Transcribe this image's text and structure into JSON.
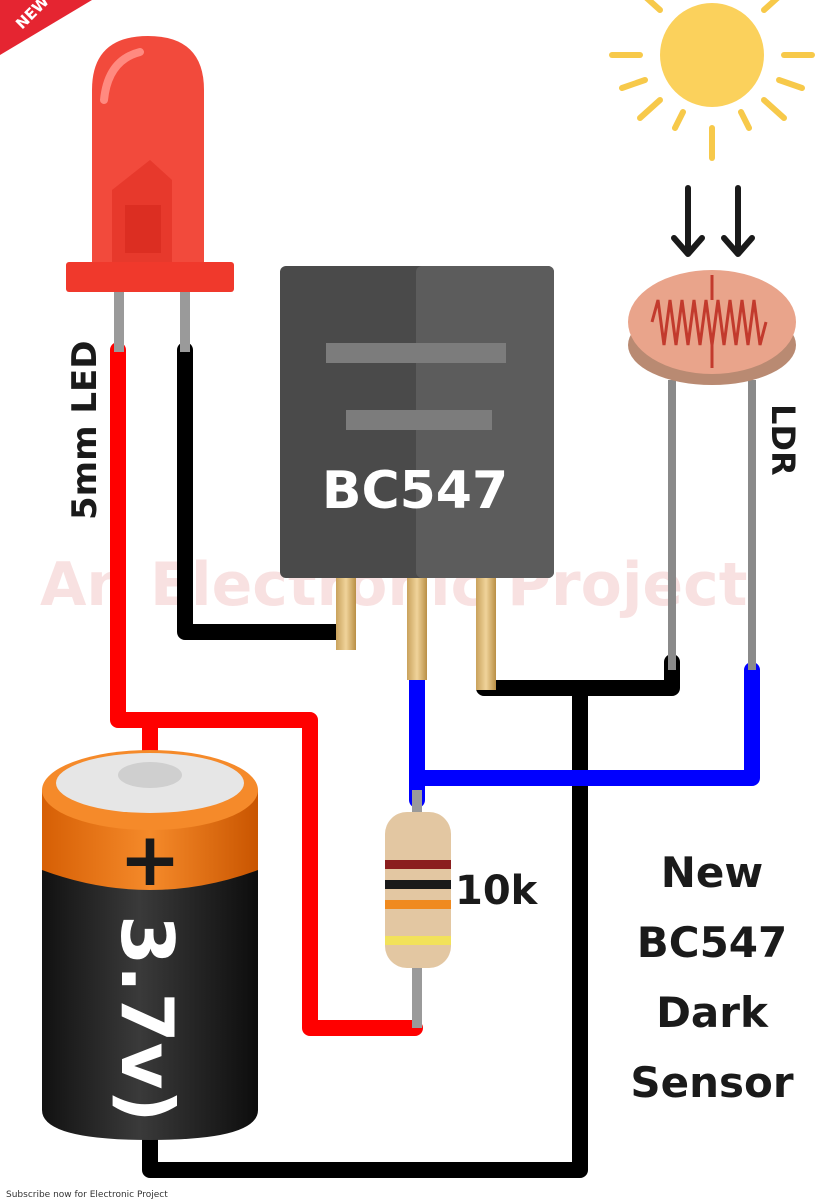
{
  "corner_badge": "NEW",
  "watermark": "An Electronic Project",
  "footer": "Subscribe now for Electronic Project",
  "components": {
    "led_label": "5mm LED",
    "transistor_label": "BC547",
    "ldr_label": "LDR",
    "resistor_label": "10k",
    "battery_plus": "+",
    "battery_voltage": "3.7v)"
  },
  "title": {
    "line1": "New",
    "line2": "BC547",
    "line3": "Dark",
    "line4": "Sensor"
  },
  "colors": {
    "wire_positive": "#ff0000",
    "wire_ground": "#000000",
    "wire_sense": "#0000ff",
    "led_body": "#f24a3c",
    "transistor_body": "#555555",
    "battery_orange": "#f07a17",
    "sun": "#fbd15c",
    "ldr_disc": "#e9a48b"
  },
  "icons": [
    "sun-icon",
    "light-arrow-icon"
  ]
}
